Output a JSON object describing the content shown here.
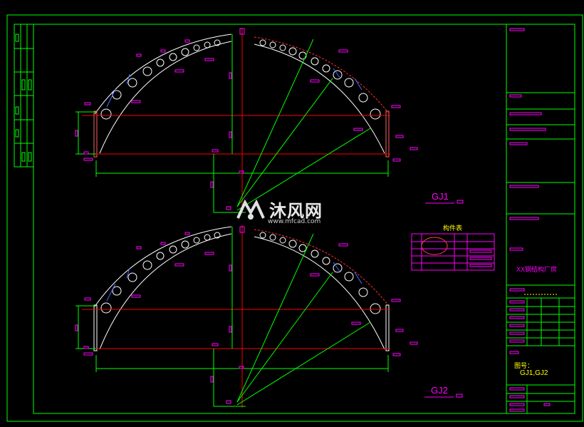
{
  "drawing": {
    "label_gj1": "GJ1",
    "label_gj2": "GJ2",
    "parts_table_title": "构件表",
    "project_name": "XX钢结构厂房",
    "drawing_no_label": "图号：",
    "drawing_no_value": "GJ1,GJ2"
  },
  "watermark": {
    "brand": "沐风网",
    "url": "www.mfcad.com"
  },
  "colors": {
    "background": "#000000",
    "frame": "#00ff00",
    "dimension": "#ff00ff",
    "axis": "#ff0000",
    "member": "#ffffff",
    "accent": "#0000ff",
    "text": "#ffff00"
  }
}
